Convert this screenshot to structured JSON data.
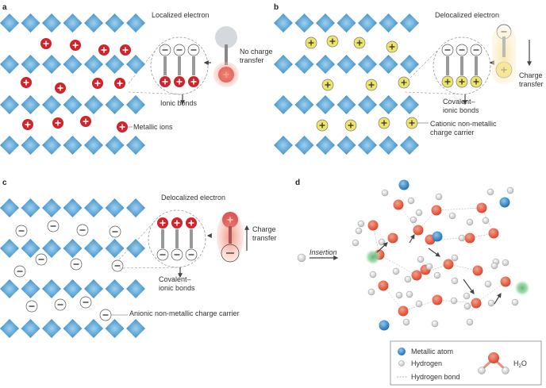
{
  "panels": {
    "a": {
      "letter": "a",
      "title": "Localized electron",
      "result": "No charge transfer",
      "result_lines": [
        "No charge",
        "transfer"
      ],
      "bond_label": "Ionic bonds",
      "carrier_label": "Metallic ions",
      "carrier_sign": "+",
      "carrier_color": "#d0232a"
    },
    "b": {
      "letter": "b",
      "title": "Delocalized electron",
      "result_lines": [
        "Charge",
        "transfer"
      ],
      "bond_lines": [
        "Covalent–",
        "ionic bonds"
      ],
      "carrier_lines": [
        "Cationic non-metallic",
        "charge carrier"
      ],
      "carrier_sign": "+",
      "carrier_color": "#eee46a"
    },
    "c": {
      "letter": "c",
      "title": "Delocalized electron",
      "result_lines": [
        "Charge",
        "transfer"
      ],
      "bond_lines": [
        "Covalent–",
        "ionic bonds"
      ],
      "carrier_label": "Anionic non-metallic charge carrier",
      "carrier_sign": "−",
      "carrier_color": "#ffffff"
    },
    "d": {
      "letter": "d",
      "insertion_label": "Insertion",
      "legend": {
        "metallic_atom": "Metallic atom",
        "hydrogen": "Hydrogen",
        "hydrogen_bond": "Hydrogen bond",
        "water": "H2O"
      }
    }
  },
  "colors": {
    "lattice": "#3a8fc8",
    "metallic_atom": "#2e7fc2",
    "oxygen": "#e05a3c",
    "hydrogen": "#e4e4e4",
    "proton_glow": "#7cc68a"
  }
}
